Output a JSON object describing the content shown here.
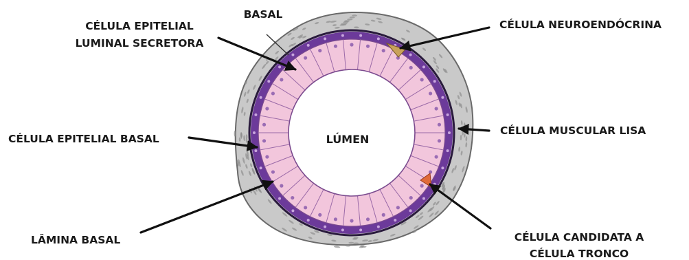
{
  "labels": {
    "basal": "BASAL",
    "luminal_line1": "CÉLULA EPITELIAL",
    "luminal_line2": "LUMINAL SECRETORA",
    "basal_cell": "CÉLULA EPITELIAL BASAL",
    "lamina": "LÂMINA BASAL",
    "neuro": "CÉLULA NEUROENDÓCRINA",
    "muscle": "CÉLULA MUSCULAR LISA",
    "stem_line1": "CÉLULA CANDIDATA A",
    "stem_line2": "CÉLULA TRONCO",
    "lumen": "LÚMEN"
  },
  "colors": {
    "luminal_cell": "#f2c6dc",
    "basal_layer": "#6c3a9a",
    "nucleus": "#9a6cb4",
    "stroma": "#c7c7c7",
    "lamina": "#2a1b3d",
    "neuroendocrine": "#c9a25a",
    "stem_candidate": "#e06a3a"
  }
}
